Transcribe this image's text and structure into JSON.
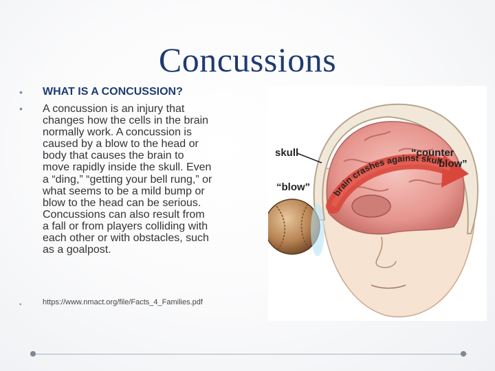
{
  "slide": {
    "title": "Concussions",
    "bullets": [
      {
        "marker": "•",
        "text": "WHAT IS A CONCUSSION?"
      },
      {
        "marker": "•",
        "text": " A concussion is an injury that\nchanges how the cells in the brain\nnormally work. A concussion is\ncaused by a blow to the head or\nbody that causes the brain to\nmove rapidly inside the skull. Even\na “ding,” “getting your bell rung,” or\nwhat seems to be a mild bump or\nblow to the head can be serious.\nConcussions can also result from\na fall or from players colliding with\neach other or with obstacles, such\nas a goalpost."
      },
      {
        "marker": "•",
        "text": "https://www.nmact.org/file/Facts_4_Families.pdf"
      }
    ],
    "figure": {
      "label_skull": "skull",
      "label_blow": "“blow”",
      "label_counter_1": "“counter",
      "label_counter_2": "blow”",
      "arrow_text": "brain crashes against skull"
    },
    "colors": {
      "title": "#1f3b70",
      "brain": "#e79a94",
      "arrow": "#d9473b",
      "skin": "#f6e3d2"
    }
  }
}
